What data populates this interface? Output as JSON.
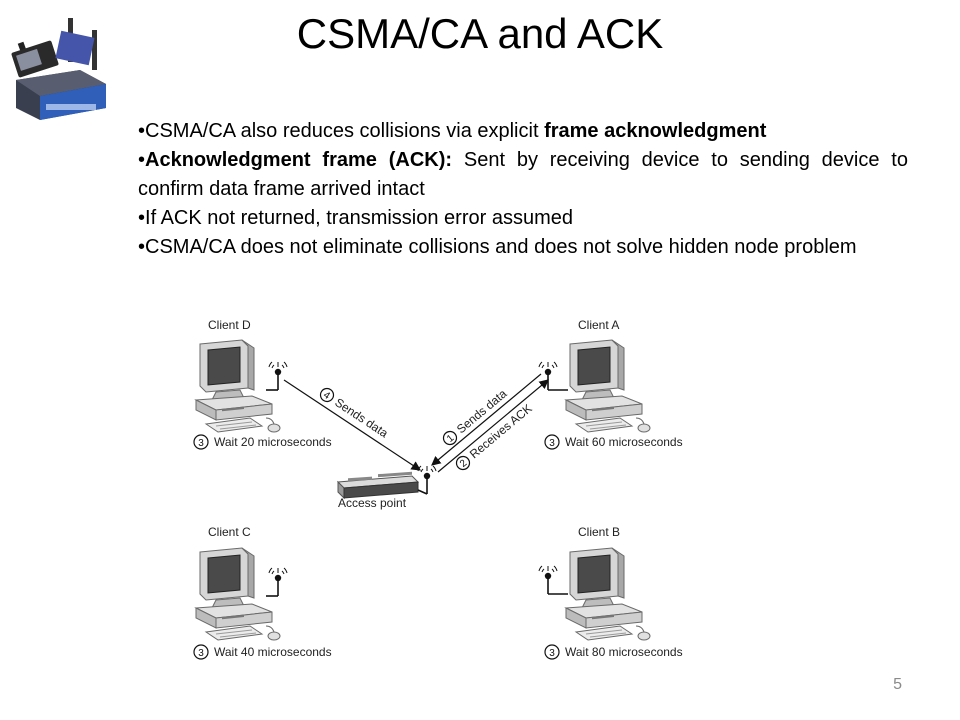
{
  "slide": {
    "title": "CSMA/CA and ACK",
    "page_number": "5",
    "bullets": [
      {
        "prefix": "•",
        "parts": [
          {
            "text": "CSMA/CA also reduces collisions via explicit ",
            "bold": false
          },
          {
            "text": "frame acknowledgment",
            "bold": true
          }
        ]
      },
      {
        "prefix": "•",
        "parts": [
          {
            "text": "Acknowledgment  frame (ACK):",
            "bold": true
          },
          {
            "text": " Sent by receiving device to sending device to confirm data frame arrived intact",
            "bold": false
          }
        ]
      },
      {
        "prefix": "•",
        "parts": [
          {
            "text": "If ACK not returned, transmission error assumed",
            "bold": false
          }
        ]
      },
      {
        "prefix": "•",
        "parts": [
          {
            "text": "CSMA/CA does not eliminate collisions and does not solve hidden node problem",
            "bold": false
          }
        ]
      }
    ]
  },
  "diagram": {
    "nodes": {
      "client_d": {
        "name": "Client D",
        "step": "3",
        "wait": "Wait 20 microseconds"
      },
      "client_a": {
        "name": "Client A",
        "step": "3",
        "wait": "Wait 60 microseconds"
      },
      "client_c": {
        "name": "Client C",
        "step": "3",
        "wait": "Wait 40 microseconds"
      },
      "client_b": {
        "name": "Client B",
        "step": "3",
        "wait": "Wait 80 microseconds"
      },
      "access_point": {
        "name": "Access point"
      }
    },
    "arrows": {
      "d_to_ap": {
        "step": "4",
        "label": "Sends data"
      },
      "a_to_ap": {
        "step": "1",
        "label": "Sends data"
      },
      "ap_to_a": {
        "step": "2",
        "label": "Receives ACK"
      }
    }
  }
}
